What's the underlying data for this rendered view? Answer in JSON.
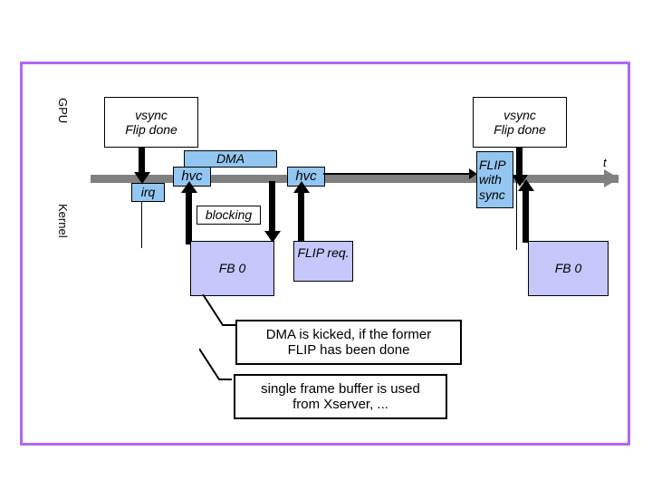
{
  "slide": {
    "border_color": "#b266f2",
    "background": "#ffffff"
  },
  "lanes": [
    {
      "name": "gpu",
      "label": "GPU"
    },
    {
      "name": "kernel",
      "label": "Kernel"
    }
  ],
  "timeline": {
    "axis_label": "t",
    "color": "#808080"
  },
  "colors": {
    "event_box": "#93c6f0",
    "buffer_box": "#c6c8fb",
    "frame_border": "#b266f2",
    "arrow": "#000000",
    "timeline": "#808080"
  },
  "gpu_events": [
    {
      "name": "vsync-flip-done-left",
      "line1": "vsync",
      "line2": "Flip done"
    },
    {
      "name": "vsync-flip-done-right",
      "line1": "vsync",
      "line2": "Flip done"
    }
  ],
  "timeline_boxes": [
    {
      "name": "irq",
      "label": "irq"
    },
    {
      "name": "hvc-left",
      "label": "hvc"
    },
    {
      "name": "dma",
      "label": "DMA"
    },
    {
      "name": "hvc-right",
      "label": "hvc"
    },
    {
      "name": "flip-with-sync",
      "label": "FLIP\nwith\nsync",
      "line1": "FLIP",
      "line2": "with",
      "line3": "sync"
    }
  ],
  "kernel_boxes": [
    {
      "name": "blocking",
      "label": "blocking"
    },
    {
      "name": "fb0-left",
      "label": "FB 0"
    },
    {
      "name": "flip-req",
      "label": "FLIP req."
    },
    {
      "name": "fb0-right",
      "label": "FB 0"
    }
  ],
  "callouts": [
    {
      "name": "callout-dma",
      "line1": "DMA is kicked, if the former",
      "line2": "FLIP has been done"
    },
    {
      "name": "callout-framebuffer",
      "line1": "single frame buffer is used",
      "line2": "from Xserver, ..."
    }
  ]
}
